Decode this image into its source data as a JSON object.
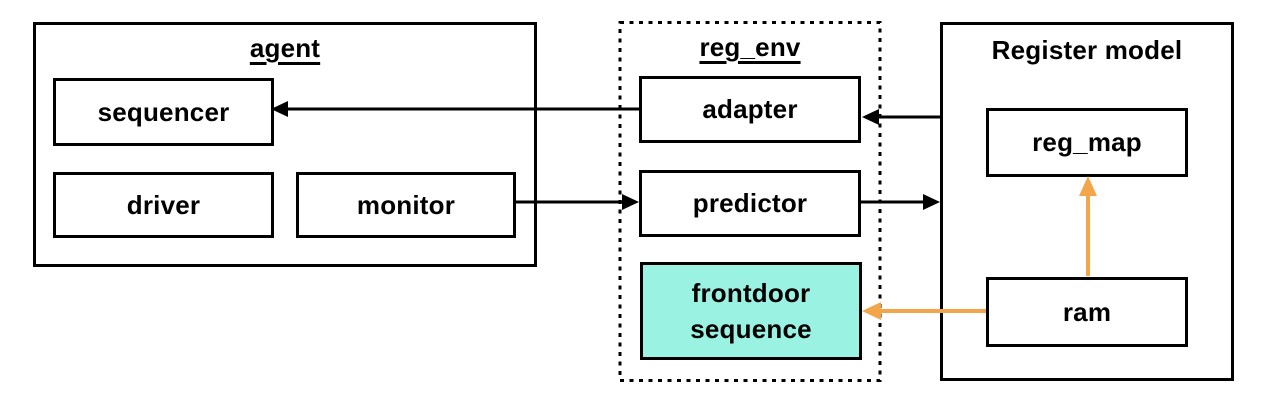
{
  "colors": {
    "black": "#000000",
    "orange": "#F3A649",
    "highlight_fill": "#99F2E2"
  },
  "agent": {
    "title": "agent",
    "sequencer": "sequencer",
    "driver": "driver",
    "monitor": "monitor"
  },
  "reg_env": {
    "title": "reg_env",
    "adapter": "adapter",
    "predictor": "predictor",
    "frontdoor_sequence": "frontdoor\nsequence"
  },
  "register_model": {
    "title": "Register model",
    "reg_map": "reg_map",
    "ram": "ram"
  }
}
